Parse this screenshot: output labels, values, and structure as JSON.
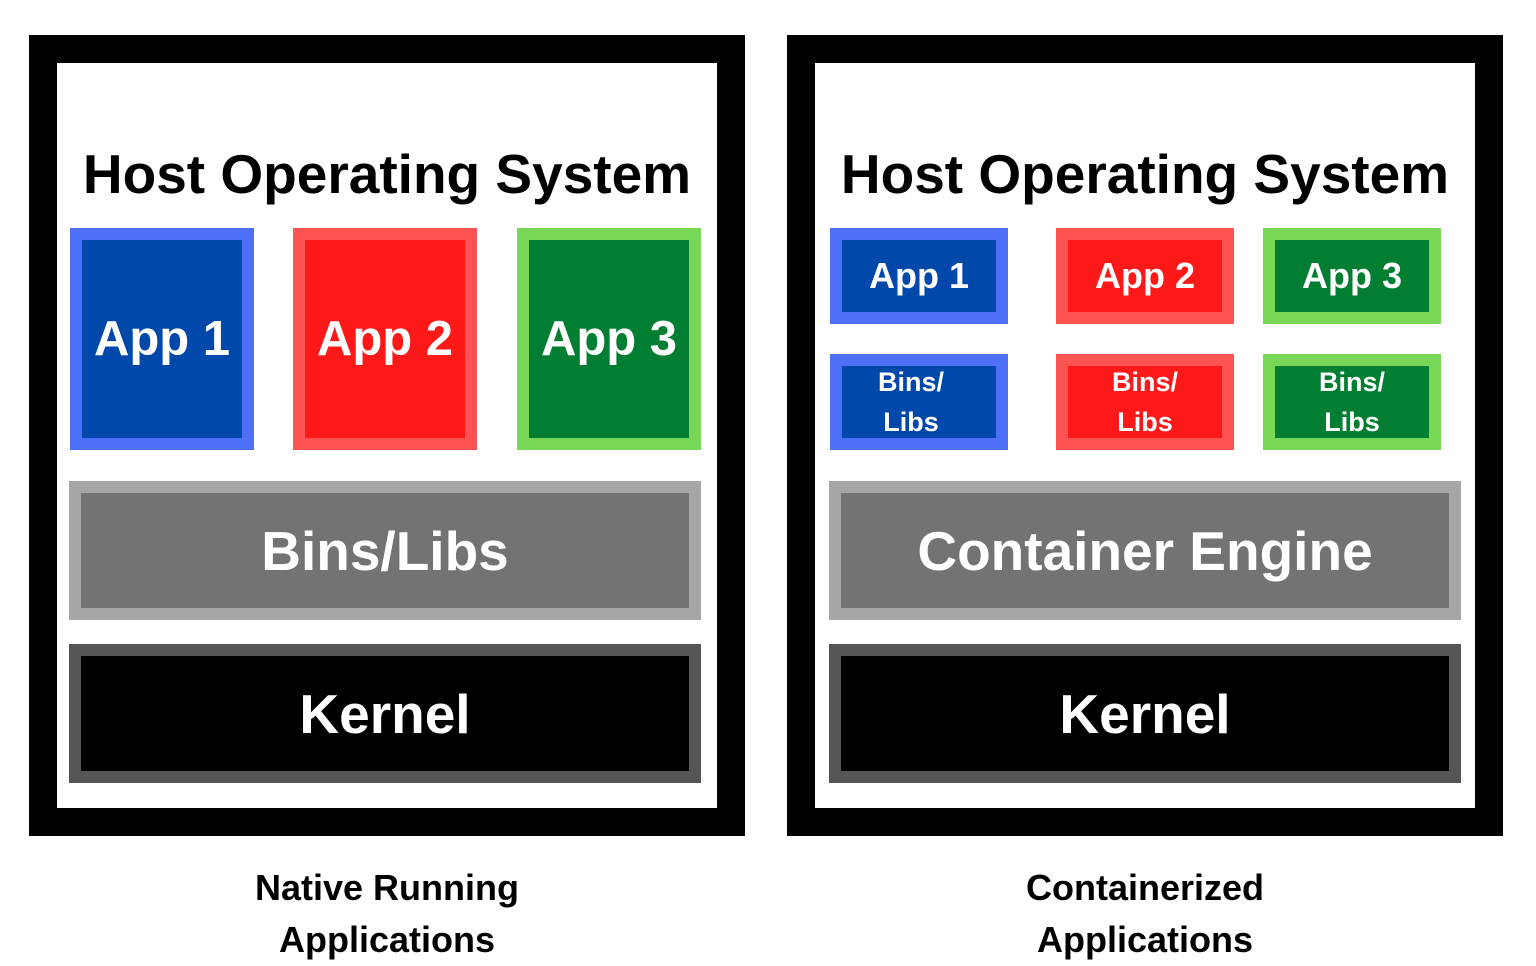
{
  "native": {
    "host_title": "Host Operating System",
    "apps": [
      "App 1",
      "App 2",
      "App 3"
    ],
    "bins_libs": "Bins/Libs",
    "kernel": "Kernel",
    "caption": [
      "Native Running",
      "Applications"
    ]
  },
  "containerized": {
    "host_title": "Host Operating System",
    "apps": [
      "App 1",
      "App 2",
      "App 3"
    ],
    "bins_libs": [
      [
        "Bins/",
        "Libs"
      ],
      [
        "Bins/",
        "Libs"
      ],
      [
        "Bins/",
        "Libs"
      ]
    ],
    "engine": "Container Engine",
    "kernel": "Kernel",
    "caption": [
      "Containerized",
      "Applications"
    ]
  },
  "colors": {
    "app1_fill": "#0048aa",
    "app1_border": "#4e6ff8",
    "app2_fill": "#fe1919",
    "app2_border": "#fe5353",
    "app3_fill": "#027e32",
    "app3_border": "#78d755",
    "layer_grey": "#737373",
    "kernel_black": "#000000"
  }
}
